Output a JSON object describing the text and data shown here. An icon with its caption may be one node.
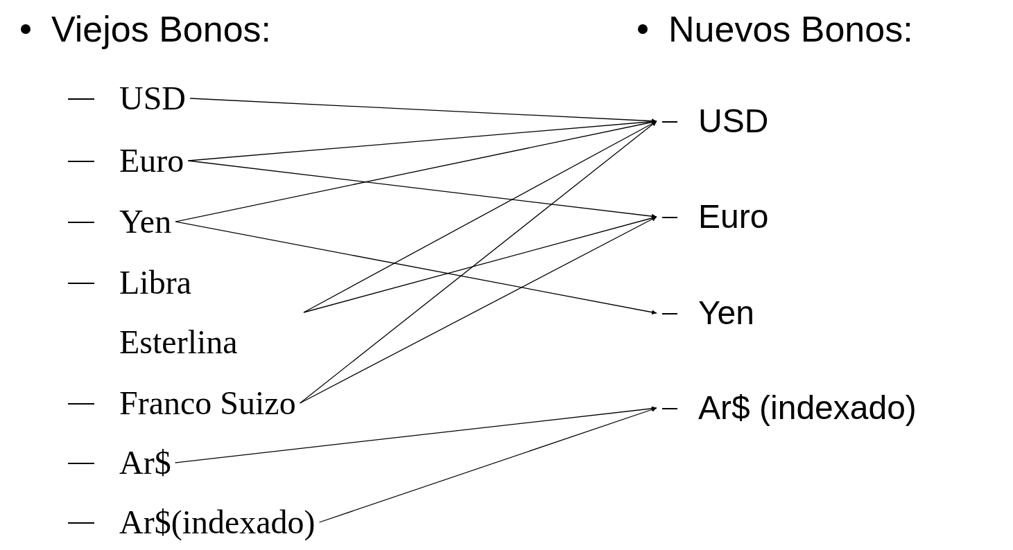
{
  "diagram": {
    "nodes": [
      {
        "text": [
          "USD"
        ]
      },
      {
        "text": [
          "Euro"
        ]
      },
      {
        "text": [
          "Yen"
        ]
      },
      {
        "text": [
          "Libra Esterlina"
        ]
      },
      {
        "text": [
          "Franco Suizo"
        ]
      },
      {
        "text": [
          "Ar$"
        ]
      },
      {
        "text": [
          "Ar$(indexado)"
        ]
      },
      {
        "text": [
          "USD"
        ]
      },
      {
        "text": [
          "Euro"
        ]
      },
      {
        "text": [
          "Yen"
        ]
      },
      {
        "text": [
          "Ar$ (indexado)"
        ]
      }
    ],
    "edges": [
      {
        "from": 0,
        "to": 7,
        "arrow": "to"
      },
      {
        "from": 1,
        "to": 7,
        "arrow": "to"
      },
      {
        "from": 1,
        "to": 8,
        "arrow": "to"
      },
      {
        "from": 2,
        "to": 7,
        "arrow": "to"
      },
      {
        "from": 2,
        "to": 9,
        "arrow": "to"
      },
      {
        "from": 3,
        "to": 7,
        "arrow": "to"
      },
      {
        "from": 3,
        "to": 8,
        "arrow": "to"
      },
      {
        "from": 4,
        "to": 7,
        "arrow": "to"
      },
      {
        "from": 4,
        "to": 8,
        "arrow": "to"
      },
      {
        "from": 5,
        "to": 10,
        "arrow": "to"
      },
      {
        "from": 6,
        "to": 10,
        "arrow": "to"
      }
    ],
    "labels": [
      "Viejos Bonos:",
      "Nuevos Bonos:"
    ]
  }
}
